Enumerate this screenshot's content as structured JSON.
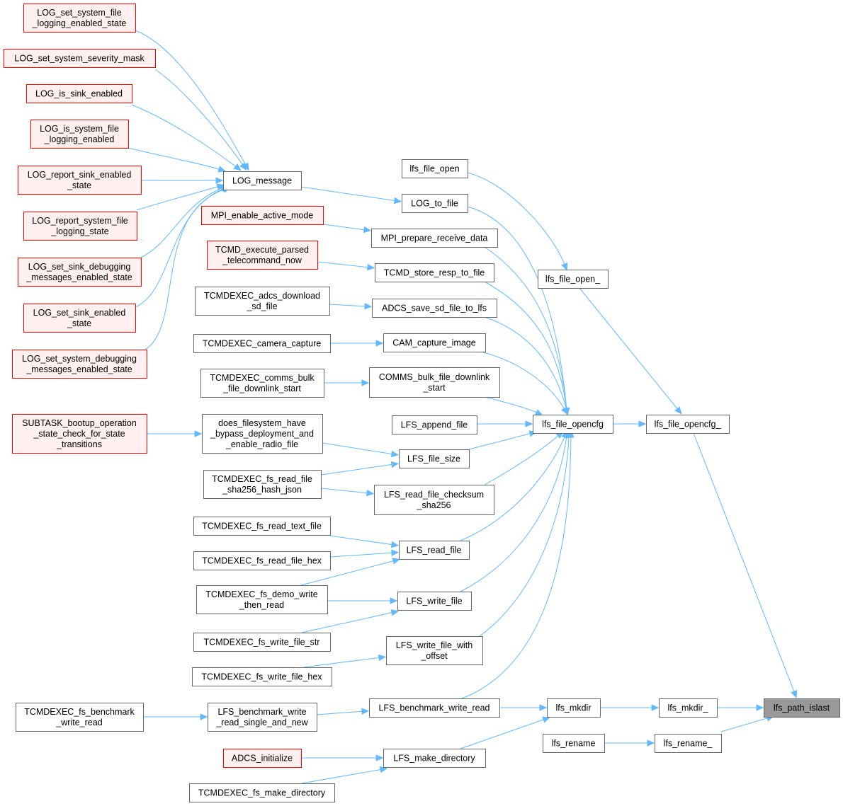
{
  "graph": {
    "colors": {
      "edge": "#63b8ff",
      "target_fill": "#999999",
      "red_border": "#ff0000",
      "red_fill": "#fff0f0",
      "normal_border": "#666666"
    },
    "nodes": [
      {
        "id": "n_log_sys_file_log_en_state",
        "lines": [
          "LOG_set_system_file",
          "_logging_enabled_state"
        ],
        "style": "red"
      },
      {
        "id": "n_log_sys_sev_mask",
        "lines": [
          "LOG_set_system_severity_mask"
        ],
        "style": "red"
      },
      {
        "id": "n_log_is_sink_en",
        "lines": [
          "LOG_is_sink_enabled"
        ],
        "style": "red"
      },
      {
        "id": "n_log_is_sys_file_log_en",
        "lines": [
          "LOG_is_system_file",
          "_logging_enabled"
        ],
        "style": "red"
      },
      {
        "id": "n_log_report_sink_en",
        "lines": [
          "LOG_report_sink_enabled",
          "_state"
        ],
        "style": "red"
      },
      {
        "id": "n_log_report_sys_file",
        "lines": [
          "LOG_report_system_file",
          "_logging_state"
        ],
        "style": "red"
      },
      {
        "id": "n_log_set_sink_dbg",
        "lines": [
          "LOG_set_sink_debugging",
          "_messages_enabled_state"
        ],
        "style": "red"
      },
      {
        "id": "n_log_set_sink_en",
        "lines": [
          "LOG_set_sink_enabled",
          "_state"
        ],
        "style": "red"
      },
      {
        "id": "n_log_set_sys_dbg",
        "lines": [
          "LOG_set_system_debugging",
          "_messages_enabled_state"
        ],
        "style": "red"
      },
      {
        "id": "n_subtask_bootup",
        "lines": [
          "SUBTASK_bootup_operation",
          "_state_check_for_state",
          "_transitions"
        ],
        "style": "red"
      },
      {
        "id": "n_fs_benchmark",
        "lines": [
          "TCMDEXEC_fs_benchmark",
          "_write_read"
        ],
        "style": "normal"
      },
      {
        "id": "n_log_message",
        "lines": [
          "LOG_message"
        ],
        "style": "normal"
      },
      {
        "id": "n_mpi_enable",
        "lines": [
          "MPI_enable_active_mode"
        ],
        "style": "red"
      },
      {
        "id": "n_tcmd_execute",
        "lines": [
          "TCMD_execute_parsed",
          "_telecommand_now"
        ],
        "style": "red"
      },
      {
        "id": "n_adcs_download",
        "lines": [
          "TCMDEXEC_adcs_download",
          "_sd_file"
        ],
        "style": "normal"
      },
      {
        "id": "n_camera_capture",
        "lines": [
          "TCMDEXEC_camera_capture"
        ],
        "style": "normal"
      },
      {
        "id": "n_comms_bulk",
        "lines": [
          "TCMDEXEC_comms_bulk",
          "_file_downlink_start"
        ],
        "style": "normal"
      },
      {
        "id": "n_does_fs",
        "lines": [
          "does_filesystem_have",
          "_bypass_deployment_and",
          "_enable_radio_file"
        ],
        "style": "normal"
      },
      {
        "id": "n_fs_read_sha",
        "lines": [
          "TCMDEXEC_fs_read_file",
          "_sha256_hash_json"
        ],
        "style": "normal"
      },
      {
        "id": "n_fs_read_text",
        "lines": [
          "TCMDEXEC_fs_read_text_file"
        ],
        "style": "normal"
      },
      {
        "id": "n_fs_read_hex",
        "lines": [
          "TCMDEXEC_fs_read_file_hex"
        ],
        "style": "normal"
      },
      {
        "id": "n_fs_demo_write",
        "lines": [
          "TCMDEXEC_fs_demo_write",
          "_then_read"
        ],
        "style": "normal"
      },
      {
        "id": "n_fs_write_str",
        "lines": [
          "TCMDEXEC_fs_write_file_str"
        ],
        "style": "normal"
      },
      {
        "id": "n_fs_write_hex",
        "lines": [
          "TCMDEXEC_fs_write_file_hex"
        ],
        "style": "normal"
      },
      {
        "id": "n_lfs_bench_single",
        "lines": [
          "LFS_benchmark_write",
          "_read_single_and_new"
        ],
        "style": "normal"
      },
      {
        "id": "n_adcs_init",
        "lines": [
          "ADCS_initialize"
        ],
        "style": "red"
      },
      {
        "id": "n_fs_make_dir",
        "lines": [
          "TCMDEXEC_fs_make_directory"
        ],
        "style": "normal"
      },
      {
        "id": "n_lfs_file_open",
        "lines": [
          "lfs_file_open"
        ],
        "style": "normal"
      },
      {
        "id": "n_log_to_file",
        "lines": [
          "LOG_to_file"
        ],
        "style": "normal"
      },
      {
        "id": "n_mpi_prepare",
        "lines": [
          "MPI_prepare_receive_data"
        ],
        "style": "normal"
      },
      {
        "id": "n_tcmd_store",
        "lines": [
          "TCMD_store_resp_to_file"
        ],
        "style": "normal"
      },
      {
        "id": "n_adcs_save",
        "lines": [
          "ADCS_save_sd_file_to_lfs"
        ],
        "style": "normal"
      },
      {
        "id": "n_cam_capture",
        "lines": [
          "CAM_capture_image"
        ],
        "style": "normal"
      },
      {
        "id": "n_comms_bulk_start",
        "lines": [
          "COMMS_bulk_file_downlink",
          "_start"
        ],
        "style": "normal"
      },
      {
        "id": "n_lfs_append",
        "lines": [
          "LFS_append_file"
        ],
        "style": "normal"
      },
      {
        "id": "n_lfs_file_size",
        "lines": [
          "LFS_file_size"
        ],
        "style": "normal"
      },
      {
        "id": "n_lfs_read_checksum",
        "lines": [
          "LFS_read_file_checksum",
          "_sha256"
        ],
        "style": "normal"
      },
      {
        "id": "n_lfs_read_file",
        "lines": [
          "LFS_read_file"
        ],
        "style": "normal"
      },
      {
        "id": "n_lfs_write_file",
        "lines": [
          "LFS_write_file"
        ],
        "style": "normal"
      },
      {
        "id": "n_lfs_write_offset",
        "lines": [
          "LFS_write_file_with",
          "_offset"
        ],
        "style": "normal"
      },
      {
        "id": "n_lfs_bench_wr",
        "lines": [
          "LFS_benchmark_write_read"
        ],
        "style": "normal"
      },
      {
        "id": "n_lfs_make_dir",
        "lines": [
          "LFS_make_directory"
        ],
        "style": "normal"
      },
      {
        "id": "n_lfs_file_open_",
        "lines": [
          "lfs_file_open_"
        ],
        "style": "normal"
      },
      {
        "id": "n_lfs_file_opencfg",
        "lines": [
          "lfs_file_opencfg"
        ],
        "style": "normal"
      },
      {
        "id": "n_lfs_mkdir",
        "lines": [
          "lfs_mkdir"
        ],
        "style": "normal"
      },
      {
        "id": "n_lfs_rename",
        "lines": [
          "lfs_rename"
        ],
        "style": "normal"
      },
      {
        "id": "n_lfs_file_opencfg_",
        "lines": [
          "lfs_file_opencfg_"
        ],
        "style": "normal"
      },
      {
        "id": "n_lfs_mkdir_",
        "lines": [
          "lfs_mkdir_"
        ],
        "style": "normal"
      },
      {
        "id": "n_lfs_rename_",
        "lines": [
          "lfs_rename_"
        ],
        "style": "normal"
      },
      {
        "id": "n_lfs_path_islast",
        "lines": [
          "lfs_path_islast"
        ],
        "style": "target"
      }
    ]
  }
}
